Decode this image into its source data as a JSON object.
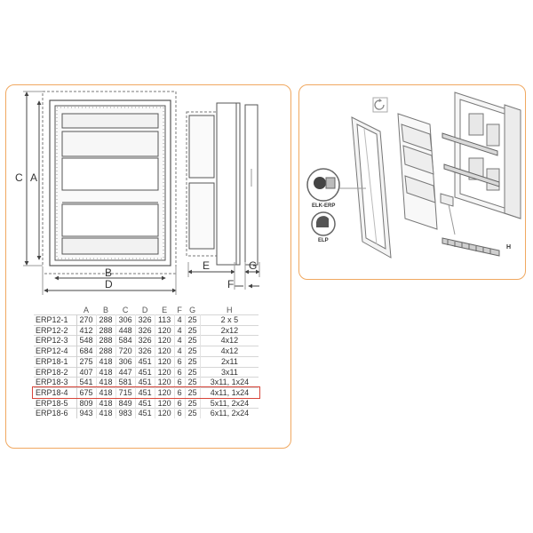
{
  "drawing": {
    "dim_labels": {
      "A": "A",
      "B": "B",
      "C": "C",
      "D": "D",
      "E": "E",
      "F": "F",
      "G": "G"
    }
  },
  "install": {
    "labels": {
      "elk_erp": "ELK-ERP",
      "elp": "ELP",
      "h": "H"
    }
  },
  "table": {
    "headers": [
      "",
      "A",
      "B",
      "C",
      "D",
      "E",
      "F",
      "G",
      "H"
    ],
    "highlight_row": 8,
    "rows": [
      [
        "ERP12-1",
        "270",
        "288",
        "306",
        "326",
        "113",
        "4",
        "25",
        "2 x 5"
      ],
      [
        "ERP12-2",
        "412",
        "288",
        "448",
        "326",
        "120",
        "4",
        "25",
        "2x12"
      ],
      [
        "ERP12-3",
        "548",
        "288",
        "584",
        "326",
        "120",
        "4",
        "25",
        "4x12"
      ],
      [
        "ERP12-4",
        "684",
        "288",
        "720",
        "326",
        "120",
        "4",
        "25",
        "4x12"
      ],
      [
        "ERP18-1",
        "275",
        "418",
        "306",
        "451",
        "120",
        "6",
        "25",
        "2x11"
      ],
      [
        "ERP18-2",
        "407",
        "418",
        "447",
        "451",
        "120",
        "6",
        "25",
        "3x11"
      ],
      [
        "ERP18-3",
        "541",
        "418",
        "581",
        "451",
        "120",
        "6",
        "25",
        "3x11, 1x24"
      ],
      [
        "ERP18-4",
        "675",
        "418",
        "715",
        "451",
        "120",
        "6",
        "25",
        "4x11, 1x24"
      ],
      [
        "ERP18-5",
        "809",
        "418",
        "849",
        "451",
        "120",
        "6",
        "25",
        "5x11, 2x24"
      ],
      [
        "ERP18-6",
        "943",
        "418",
        "983",
        "451",
        "120",
        "6",
        "25",
        "6x11, 2x24"
      ]
    ]
  },
  "colors": {
    "panel_border": "#f0a860",
    "highlight": "#d8453a",
    "line": "#555555"
  }
}
